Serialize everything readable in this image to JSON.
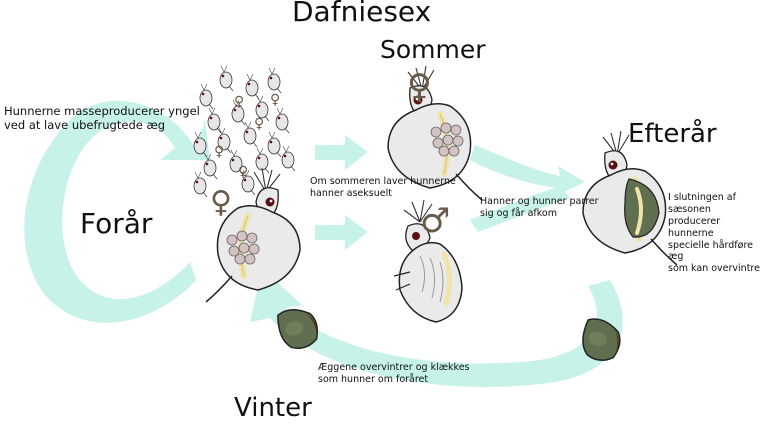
{
  "title": "Dafniesex",
  "seasons": {
    "spring": "Forår",
    "summer": "Sommer",
    "autumn": "Efterår",
    "winter": "Vinter"
  },
  "captions": {
    "parthenogenesis": "Hunnerne masseproducerer yngel\nved at lave ubefrugtede æg",
    "summer_males": "Om sommeren laver hunnerne\nhanner aseksuelt",
    "mating": "Hanner og hunner parrer\nsig og får afkom",
    "resting_eggs": "I slutningen af sæsonen\nproducerer hunnerne\nspecielle hårdføre æg\nsom kan overvintre",
    "hatching": "Æggene overvintrer og klækkes\nsom hunner om foråret"
  },
  "symbols": {
    "female": "♀",
    "male": "♂"
  },
  "colors": {
    "arrow": "#c7f2ea",
    "body": "#eaeaea",
    "outline": "#222222",
    "egg": "#d4c2c2",
    "intestine": "#f0e4a8",
    "ephippium": "#5f6f50",
    "symbol": "#6a5a4a"
  }
}
